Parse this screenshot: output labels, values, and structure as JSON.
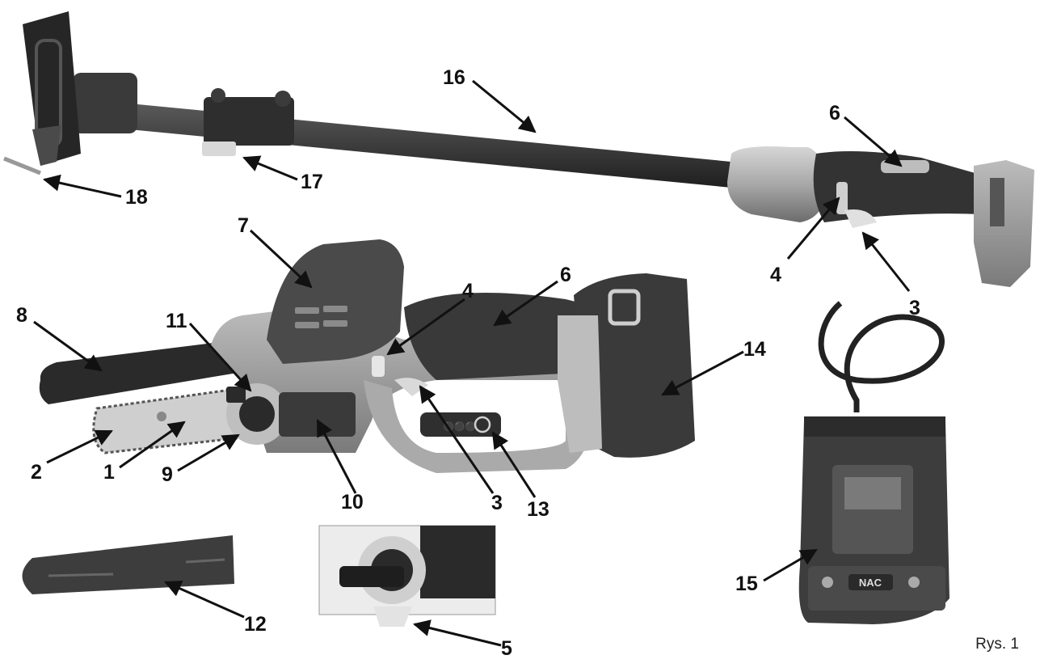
{
  "figure": {
    "caption": "Rys. 1",
    "labels": [
      "1",
      "2",
      "3",
      "4",
      "5",
      "6",
      "7",
      "8",
      "9",
      "10",
      "11",
      "12",
      "13",
      "14",
      "15",
      "16",
      "17",
      "18"
    ],
    "charger_logo": "NAC",
    "battery_button_label": "⚫⚫⚫"
  }
}
